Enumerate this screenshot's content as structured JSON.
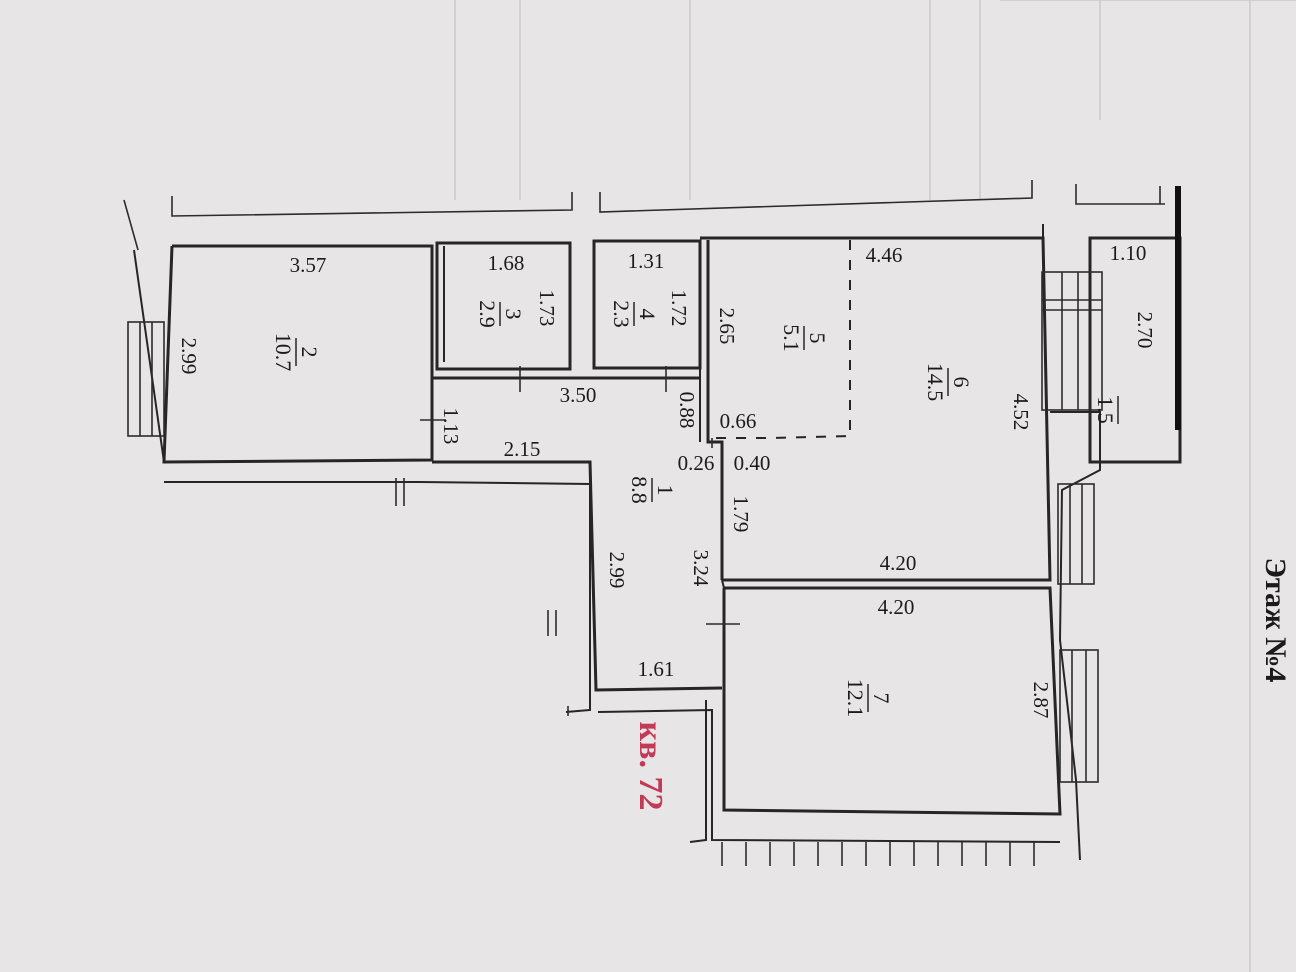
{
  "floor_label": "Этаж №4",
  "apartment": {
    "label": "кв. 72",
    "color": "#c23a58"
  },
  "rooms": [
    {
      "id": "r2",
      "number": "2",
      "area": "10.7"
    },
    {
      "id": "r3",
      "number": "3",
      "area": "2.9"
    },
    {
      "id": "r4",
      "number": "4",
      "area": "2.3"
    },
    {
      "id": "r5",
      "number": "5",
      "area": "5.1"
    },
    {
      "id": "r6",
      "number": "6",
      "area": "14.5"
    },
    {
      "id": "r1",
      "number": "1",
      "area": "8.8"
    },
    {
      "id": "r7",
      "number": "7",
      "area": "12.1"
    },
    {
      "id": "balcony",
      "number": "",
      "area": "1.5"
    }
  ],
  "dimensions": {
    "d357": "3.57",
    "d299a": "2.99",
    "d168": "1.68",
    "d173": "1.73",
    "d131": "1.31",
    "d172": "1.72",
    "d446": "4.46",
    "d265": "2.65",
    "d350": "3.50",
    "d088": "0.88",
    "d066": "0.66",
    "d113": "1.13",
    "d215": "2.15",
    "d026": "0.26",
    "d040": "0.40",
    "d179": "1.79",
    "d452": "4.52",
    "d110": "1.10",
    "d270": "2.70",
    "d420a": "4.20",
    "d420b": "4.20",
    "d299b": "2.99",
    "d324": "3.24",
    "d161": "1.61",
    "d287": "2.87"
  }
}
